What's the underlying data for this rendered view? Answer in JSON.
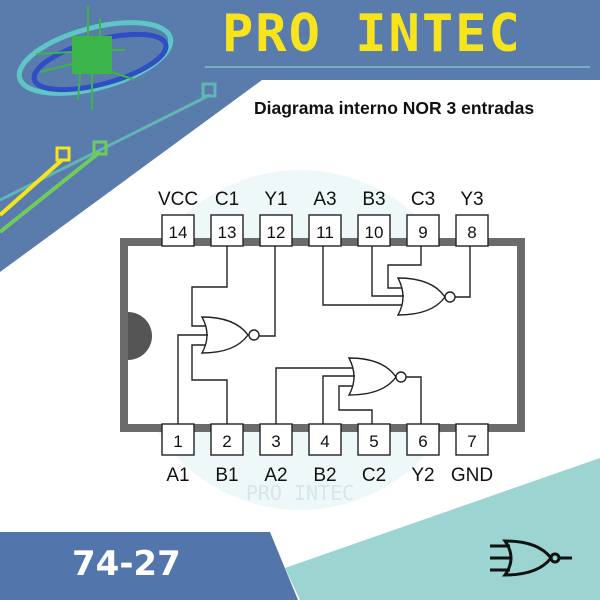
{
  "brand": "PRO INTEC",
  "title": "Diagrama interno NOR 3 entradas",
  "part_number": "74-27",
  "watermark": "PRO INTEC",
  "top_pins": [
    {
      "num": "14",
      "label": "VCC"
    },
    {
      "num": "13",
      "label": "C1"
    },
    {
      "num": "12",
      "label": "Y1"
    },
    {
      "num": "11",
      "label": "A3"
    },
    {
      "num": "10",
      "label": "B3"
    },
    {
      "num": "9",
      "label": "C3"
    },
    {
      "num": "8",
      "label": "Y3"
    }
  ],
  "bottom_pins": [
    {
      "num": "1",
      "label": "A1"
    },
    {
      "num": "2",
      "label": "B1"
    },
    {
      "num": "3",
      "label": "A2"
    },
    {
      "num": "4",
      "label": "B2"
    },
    {
      "num": "5",
      "label": "C2"
    },
    {
      "num": "6",
      "label": "Y2"
    },
    {
      "num": "7",
      "label": "GND"
    }
  ],
  "icons": [
    "circuit-chip-logo-icon",
    "nor-gate-icon"
  ],
  "colors": {
    "blue": "#5a7cad",
    "teal": "#9bd4d0",
    "yellow": "#f7e41c",
    "chip_border": "#6b6b6b"
  }
}
